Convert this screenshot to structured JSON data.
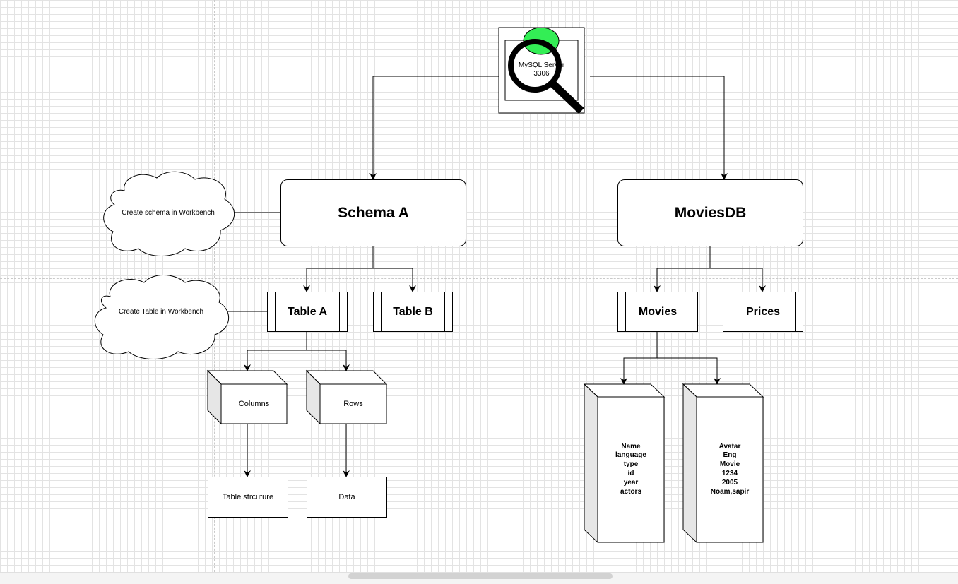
{
  "server": {
    "label": "MySQL Server",
    "port": "3306"
  },
  "schemas": [
    {
      "name": "Schema A",
      "tables": [
        "Table A",
        "Table B"
      ]
    },
    {
      "name": "MoviesDB",
      "tables": [
        "Movies",
        "Prices"
      ]
    }
  ],
  "notes": {
    "create_schema": "Create schema in Workbench",
    "create_table": "Create Table in Workbench"
  },
  "table_a_parts": {
    "columns": "Columns",
    "rows": "Rows",
    "columns_desc": "Table strcuture",
    "rows_desc": "Data"
  },
  "movies_fields": [
    "Name",
    "language",
    "type",
    "id",
    "year",
    "actors"
  ],
  "movies_row": [
    "Avatar",
    "Eng",
    "Movie",
    "1234",
    "2005",
    "Noam,sapir"
  ],
  "colors": {
    "server_indicator": "#33ee55",
    "grid": "#e3e3e3",
    "stroke": "#000000"
  }
}
